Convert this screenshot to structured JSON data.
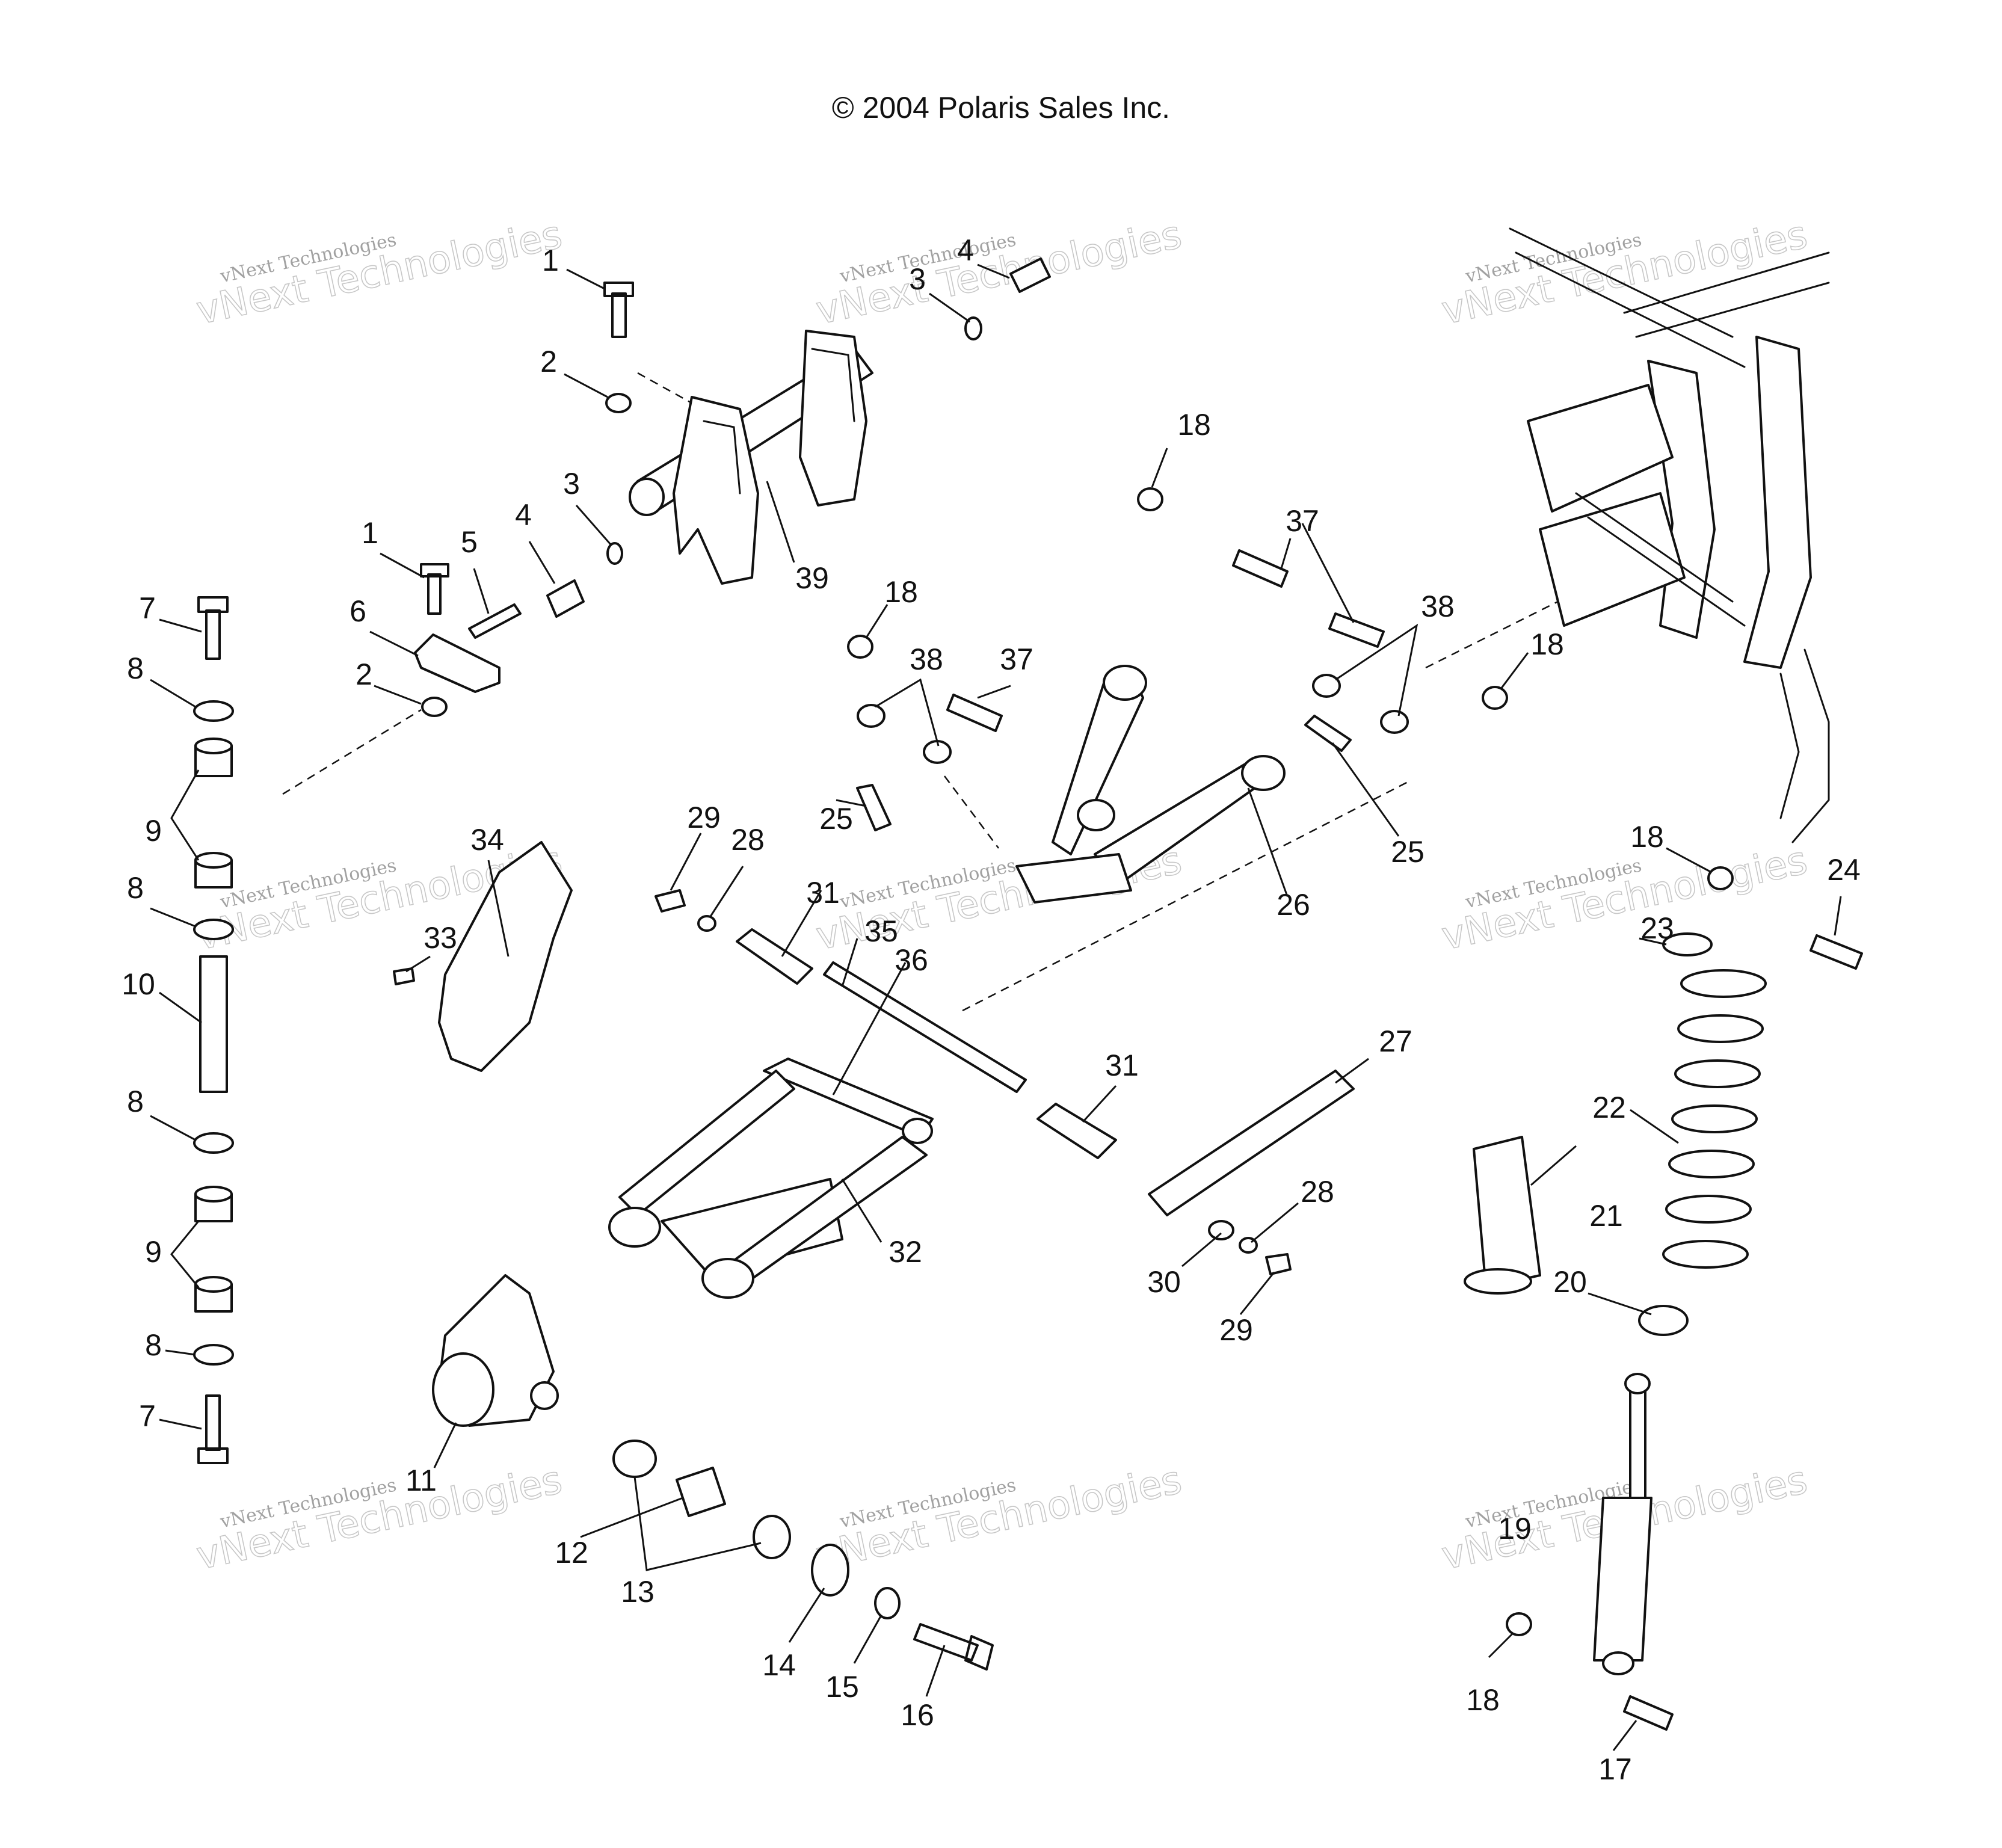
{
  "copyright": "© 2004 Polaris Sales Inc.",
  "watermark": {
    "line1": "vNext Technologies",
    "line2": "vNext Technologies"
  },
  "callouts": [
    {
      "label": "1"
    },
    {
      "label": "2"
    },
    {
      "label": "3"
    },
    {
      "label": "4"
    },
    {
      "label": "3"
    },
    {
      "label": "4"
    },
    {
      "label": "1"
    },
    {
      "label": "5"
    },
    {
      "label": "2"
    },
    {
      "label": "6"
    },
    {
      "label": "7"
    },
    {
      "label": "8"
    },
    {
      "label": "9"
    },
    {
      "label": "8"
    },
    {
      "label": "10"
    },
    {
      "label": "8"
    },
    {
      "label": "9"
    },
    {
      "label": "8"
    },
    {
      "label": "7"
    },
    {
      "label": "11"
    },
    {
      "label": "12"
    },
    {
      "label": "13"
    },
    {
      "label": "14"
    },
    {
      "label": "15"
    },
    {
      "label": "16"
    },
    {
      "label": "17"
    },
    {
      "label": "18"
    },
    {
      "label": "18"
    },
    {
      "label": "18"
    },
    {
      "label": "18"
    },
    {
      "label": "18"
    },
    {
      "label": "19"
    },
    {
      "label": "20"
    },
    {
      "label": "21"
    },
    {
      "label": "22"
    },
    {
      "label": "23"
    },
    {
      "label": "24"
    },
    {
      "label": "25"
    },
    {
      "label": "25"
    },
    {
      "label": "26"
    },
    {
      "label": "27"
    },
    {
      "label": "28"
    },
    {
      "label": "28"
    },
    {
      "label": "29"
    },
    {
      "label": "29"
    },
    {
      "label": "30"
    },
    {
      "label": "31"
    },
    {
      "label": "31"
    },
    {
      "label": "32"
    },
    {
      "label": "33"
    },
    {
      "label": "34"
    },
    {
      "label": "35"
    },
    {
      "label": "36"
    },
    {
      "label": "37"
    },
    {
      "label": "37"
    },
    {
      "label": "38"
    },
    {
      "label": "38"
    },
    {
      "label": "39"
    }
  ]
}
